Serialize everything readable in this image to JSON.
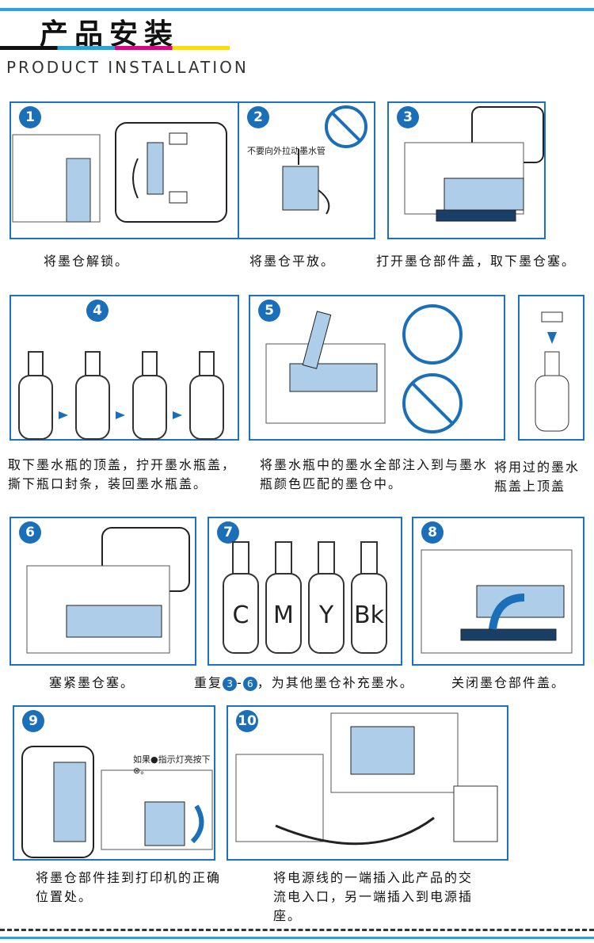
{
  "header": {
    "title": "产品安装",
    "subtitle": "PRODUCT INSTALLATION"
  },
  "steps": [
    {
      "num": "1",
      "caption": "将墨仓解锁。"
    },
    {
      "num": "2",
      "caption": "将墨仓平放。",
      "note": "不要向外拉动墨水管"
    },
    {
      "num": "3",
      "caption": "打开墨仓部件盖，取下墨仓塞。"
    },
    {
      "num": "4",
      "caption": "取下墨水瓶的顶盖，拧开墨水瓶盖，撕下瓶口封条，装回墨水瓶盖。"
    },
    {
      "num": "5",
      "caption": "将墨水瓶中的墨水全部注入到与墨水瓶颜色匹配的墨仓中。",
      "caption_extra": "将用过的墨水瓶盖上顶盖"
    },
    {
      "num": "6",
      "caption": "塞紧墨仓塞。"
    },
    {
      "num": "7",
      "caption_pre": "重复",
      "caption_range_a": "3",
      "caption_range_b": "6",
      "caption_post": "，为其他墨仓补充墨水。",
      "bottles": [
        "C",
        "M",
        "Y",
        "Bk"
      ]
    },
    {
      "num": "8",
      "caption": "关闭墨仓部件盖。"
    },
    {
      "num": "9",
      "caption": "将墨仓部件挂到打印机的正确位置处。",
      "note": "如果●指示灯亮按下⊗。"
    },
    {
      "num": "10",
      "caption": "将电源线的一端插入此产品的交流电入口，另一端插入到电源插座。"
    }
  ],
  "markers": {
    "m1": "1",
    "m2": "2",
    "m3": "3"
  }
}
